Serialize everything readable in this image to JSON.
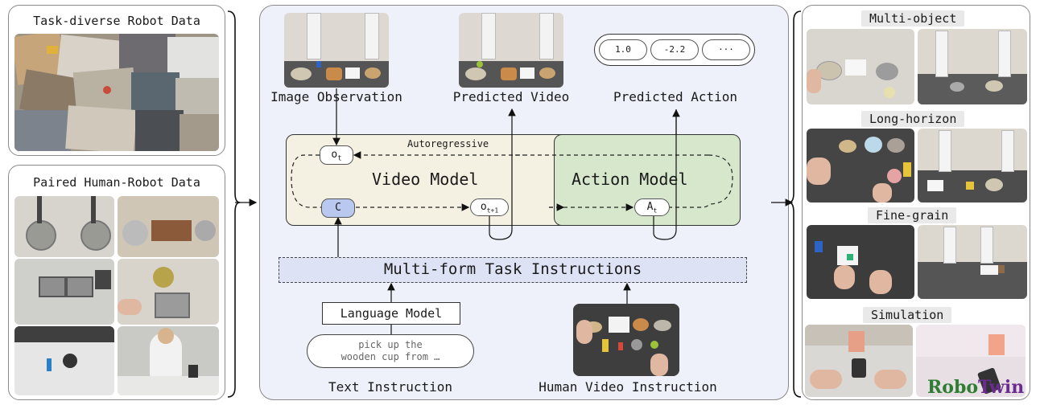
{
  "left": {
    "robot_data_title": "Task-diverse Robot Data",
    "paired_data_title": "Paired Human-Robot Data"
  },
  "center": {
    "image_observation": "Image Observation",
    "predicted_video": "Predicted Video",
    "predicted_action": "Predicted Action",
    "action_values": [
      "1.0",
      "-2.2",
      "···"
    ],
    "autoregressive": "Autoregressive",
    "video_model": "Video Model",
    "action_model": "Action Model",
    "node_ot": "o",
    "node_ot_sub": "t",
    "node_c": "C",
    "node_ot1": "o",
    "node_ot1_sub": "t+1",
    "node_at": "A",
    "node_at_sub": "t",
    "instructions": "Multi-form Task Instructions",
    "language_model": "Language Model",
    "text_prompt_line1": "pick up the",
    "text_prompt_line2": "wooden cup from …",
    "text_instruction": "Text Instruction",
    "human_video_instruction": "Human Video Instruction"
  },
  "right": {
    "multi_object": "Multi-object",
    "long_horizon": "Long-horizon",
    "fine_grain": "Fine-grain",
    "simulation": "Simulation",
    "robotwin_a": "Robo",
    "robotwin_b": "Twin"
  },
  "colors": {
    "video_model_fill": "#f4f0e2",
    "action_model_fill": "#d6e7cc",
    "instruction_fill": "#dde2f5",
    "center_panel_fill": "#eef1f9",
    "c_node_fill": "#b8c8ee",
    "robotwin_green": "#2e7d32",
    "robotwin_purple": "#6a2c91"
  }
}
